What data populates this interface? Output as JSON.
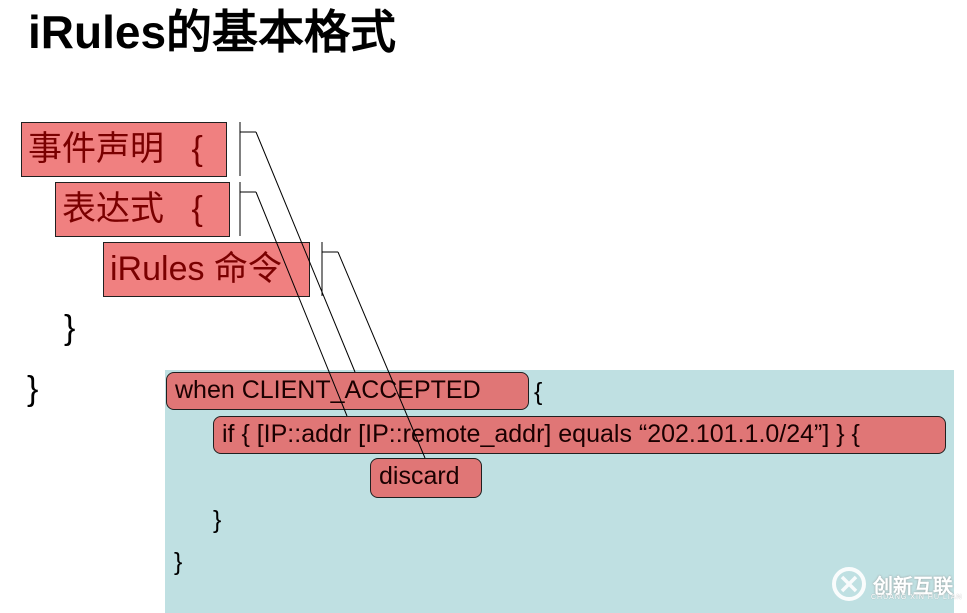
{
  "title": "iRules的基本格式",
  "template": {
    "event_label": "事件声明",
    "event_brace": "{",
    "expr_label": "表达式",
    "expr_brace": "{",
    "command_label": "iRules 命令",
    "close_inner": "}",
    "close_outer": "}"
  },
  "example": {
    "when_label": "when CLIENT_ACCEPTED",
    "when_brace": "{",
    "if_label": "if { [IP::addr [IP::remote_addr] equals “202.101.1.0/24”] } {",
    "action_label": "discard",
    "close_if": "}",
    "close_when": "}"
  },
  "watermark": {
    "text": "创新互联",
    "sub": "CHUANG XIN HU LIAN"
  },
  "colors": {
    "red_box": "#f08080",
    "red_box_dark_text": "#7a0000",
    "panel": "#bfe0e2",
    "rounded_box": "#e07676"
  }
}
